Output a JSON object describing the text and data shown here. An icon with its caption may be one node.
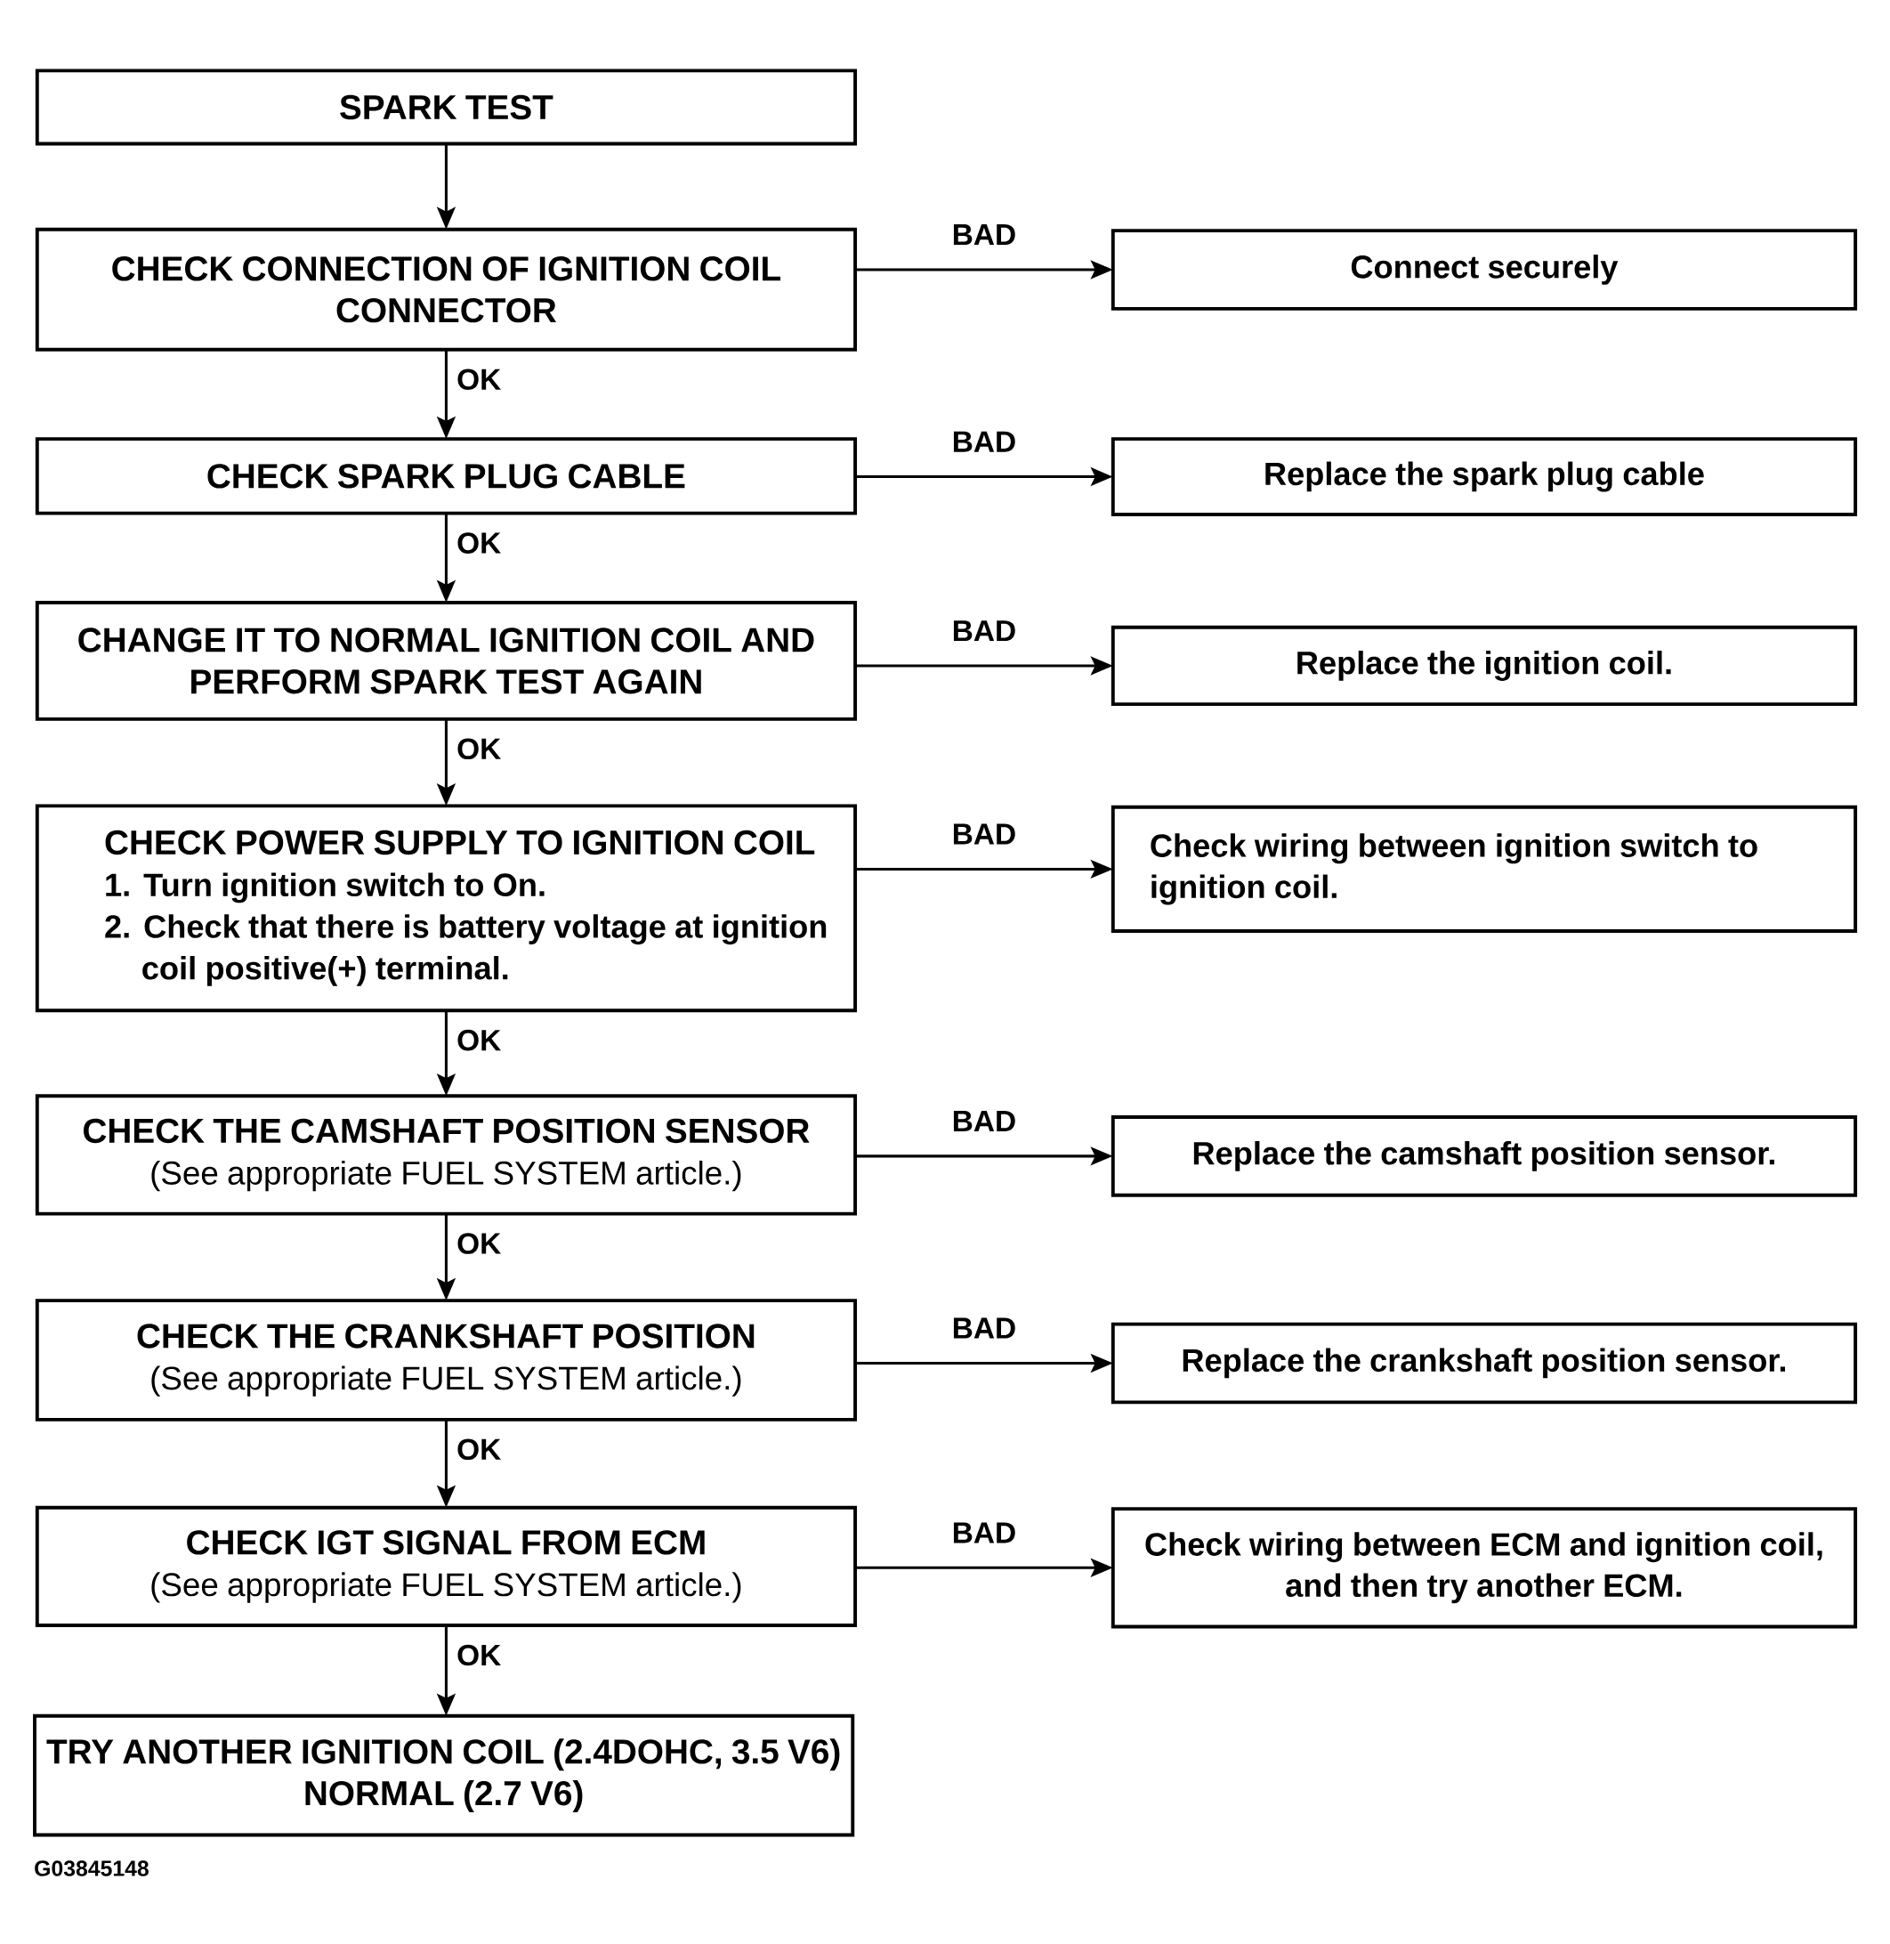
{
  "diagram": {
    "nodes": [
      {
        "text": [
          "SPARK TEST"
        ]
      },
      {
        "text": [
          "CHECK CONNECTION OF IGNITION COIL CONNECTOR"
        ]
      },
      {
        "text": [
          "Connect securely"
        ]
      },
      {
        "text": [
          "CHECK SPARK PLUG CABLE"
        ]
      },
      {
        "text": [
          "Replace the spark plug cable"
        ]
      },
      {
        "text": [
          "CHANGE IT TO NORMAL IGNITION COIL AND PERFORM SPARK TEST AGAIN"
        ]
      },
      {
        "text": [
          "Replace the ignition coil."
        ]
      },
      {
        "text": [
          "CHECK POWER SUPPLY TO IGNITION COIL",
          "1. Turn ignition switch to On.",
          "2. Check that there is battery voltage at ignition coil positive(+) terminal."
        ]
      },
      {
        "text": [
          "Check wiring between ignition switch to ignition coil."
        ]
      },
      {
        "text": [
          "CHECK THE CAMSHAFT POSITION SENSOR",
          "(See appropriate FUEL SYSTEM article.)"
        ]
      },
      {
        "text": [
          "Replace the camshaft position sensor."
        ]
      },
      {
        "text": [
          "CHECK THE CRANKSHAFT POSITION",
          "(See appropriate FUEL SYSTEM article.)"
        ]
      },
      {
        "text": [
          "Replace the crankshaft position sensor."
        ]
      },
      {
        "text": [
          "CHECK IGT SIGNAL FROM ECM",
          "(See appropriate FUEL SYSTEM article.)"
        ]
      },
      {
        "text": [
          "Check wiring between ECM and ignition coil, and then try another ECM."
        ]
      },
      {
        "text": [
          "TRY ANOTHER IGNITION COIL (2.4DOHC, 3.5 V6)",
          "NORMAL (2.7 V6)"
        ]
      }
    ],
    "edges": [
      {
        "from": 0,
        "to": 1,
        "arrow": "to"
      },
      {
        "from": 1,
        "to": 2,
        "arrow": "to",
        "label": "BAD"
      },
      {
        "from": 1,
        "to": 3,
        "arrow": "to",
        "label": "OK"
      },
      {
        "from": 3,
        "to": 4,
        "arrow": "to",
        "label": "BAD"
      },
      {
        "from": 3,
        "to": 5,
        "arrow": "to",
        "label": "OK"
      },
      {
        "from": 5,
        "to": 6,
        "arrow": "to",
        "label": "BAD"
      },
      {
        "from": 5,
        "to": 7,
        "arrow": "to",
        "label": "OK"
      },
      {
        "from": 7,
        "to": 8,
        "arrow": "to",
        "label": "BAD"
      },
      {
        "from": 7,
        "to": 9,
        "arrow": "to",
        "label": "OK"
      },
      {
        "from": 9,
        "to": 10,
        "arrow": "to",
        "label": "BAD"
      },
      {
        "from": 9,
        "to": 11,
        "arrow": "to",
        "label": "OK"
      },
      {
        "from": 11,
        "to": 12,
        "arrow": "to",
        "label": "BAD"
      },
      {
        "from": 11,
        "to": 13,
        "arrow": "to",
        "label": "OK"
      },
      {
        "from": 13,
        "to": 14,
        "arrow": "to",
        "label": "BAD"
      },
      {
        "from": 13,
        "to": 15,
        "arrow": "to",
        "label": "OK"
      }
    ],
    "labels": [
      "G03845148"
    ]
  }
}
